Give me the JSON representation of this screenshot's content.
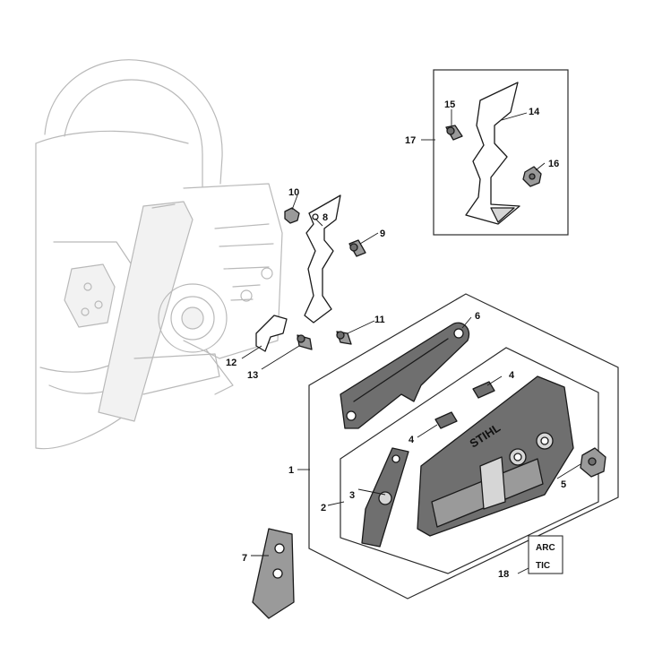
{
  "callouts": {
    "c1": "1",
    "c2": "2",
    "c3": "3",
    "c4a": "4",
    "c4b": "4",
    "c5": "5",
    "c6": "6",
    "c7": "7",
    "c8": "8",
    "c9": "9",
    "c10": "10",
    "c11": "11",
    "c12": "12",
    "c13": "13",
    "c14": "14",
    "c15": "15",
    "c16": "16",
    "c17": "17",
    "c18": "18"
  },
  "cover_brand": "STIHL",
  "arctic_label": {
    "line1": "ARC",
    "line2": "TIC"
  },
  "colors": {
    "part_fill": "#6f6f6f",
    "part_stroke": "#1a1a1a",
    "background_sketch": "#b9b9b9"
  }
}
